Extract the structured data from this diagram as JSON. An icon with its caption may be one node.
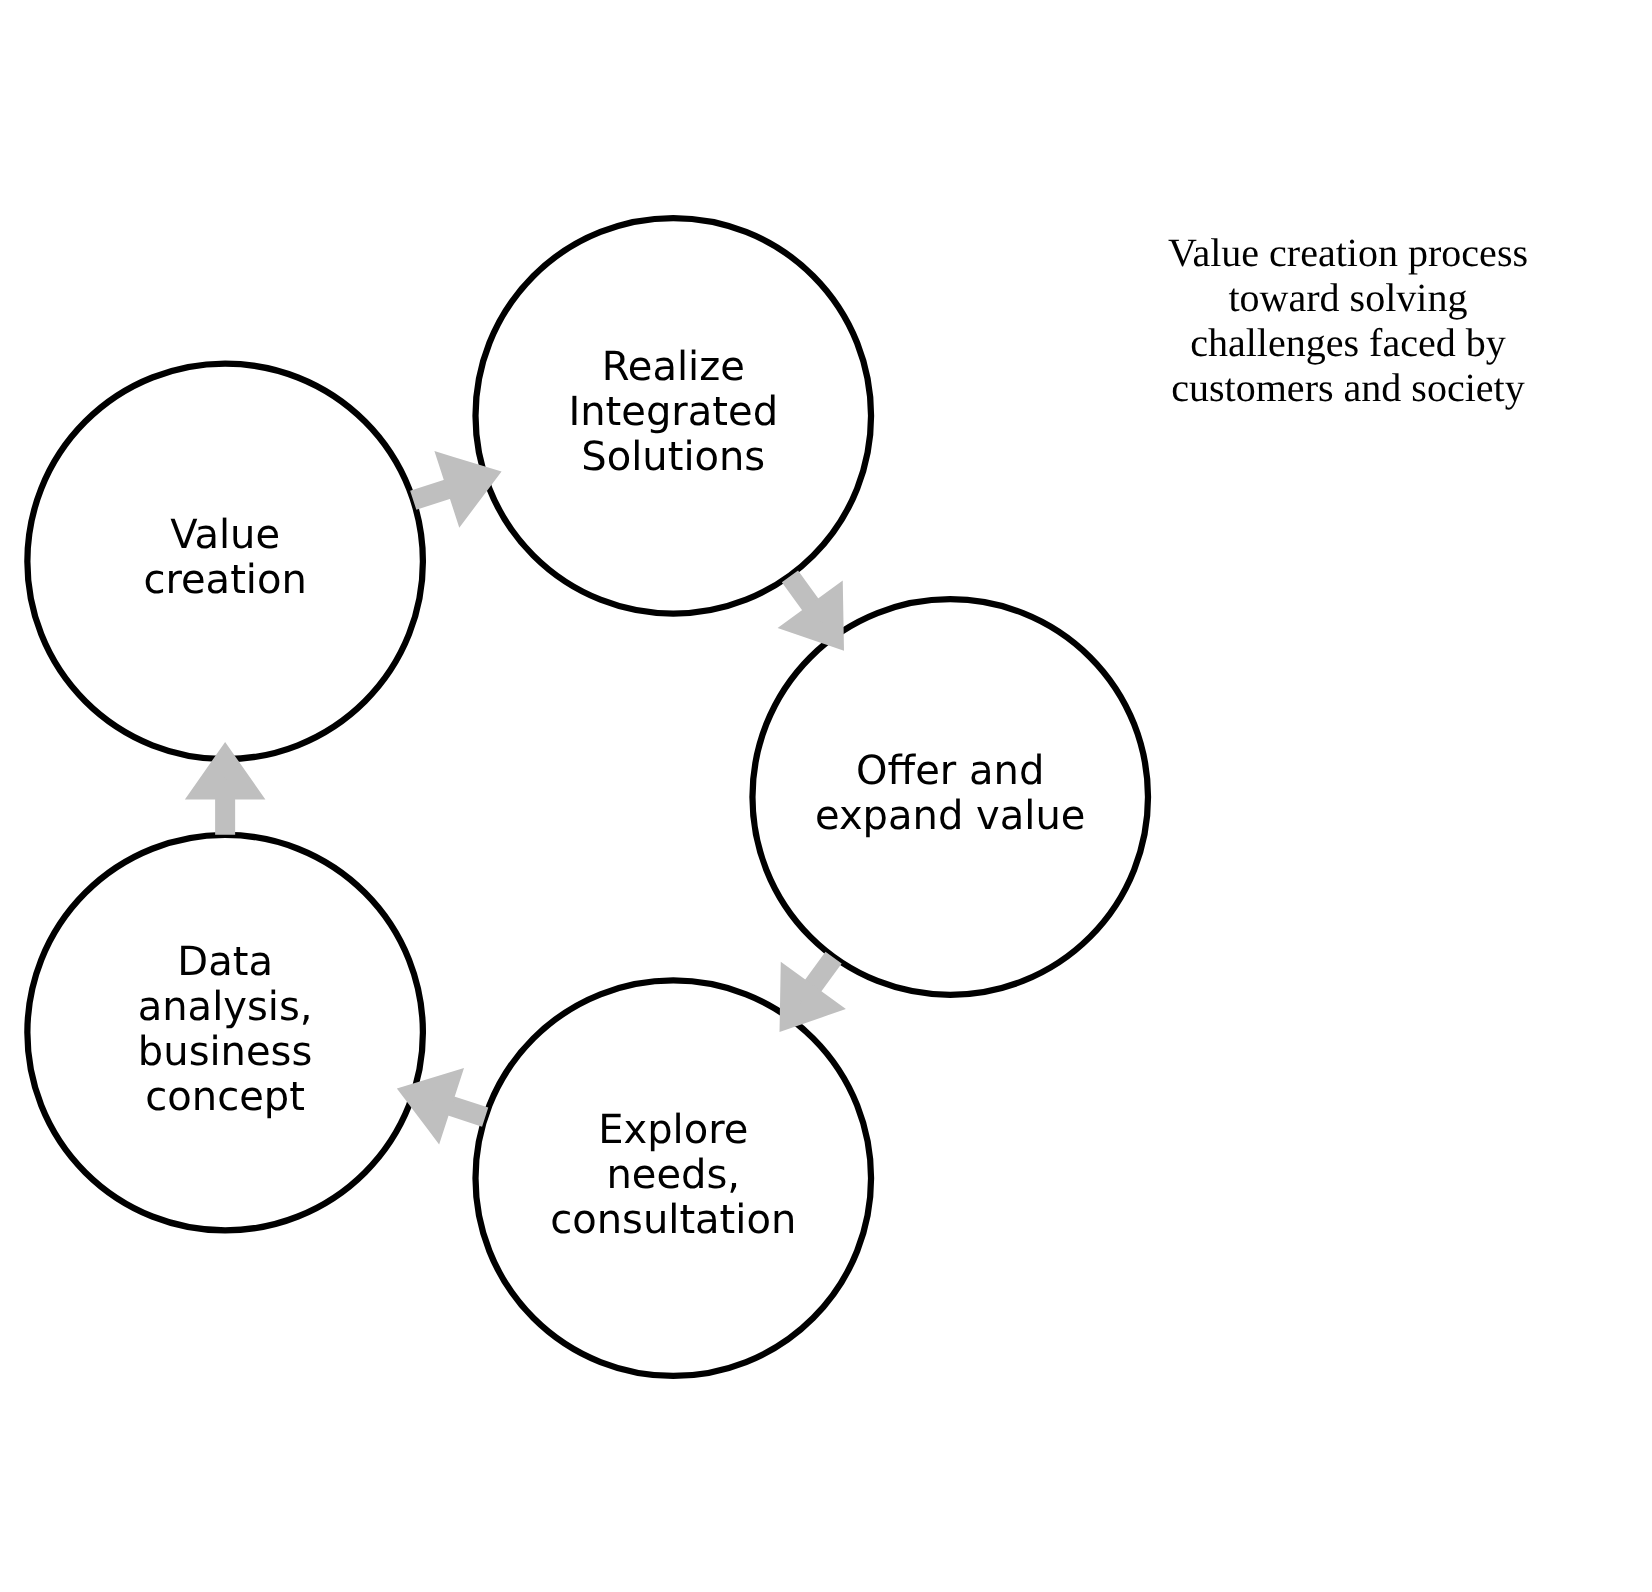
{
  "diagram": {
    "nodes": [
      {
        "text": [
          "Explore needs, consultation"
        ]
      },
      {
        "text": [
          "Data analysis, business concept"
        ]
      },
      {
        "text": [
          "Value creation"
        ]
      },
      {
        "text": [
          "Realize Integrated Solutions"
        ]
      },
      {
        "text": [
          "Offer and expand value"
        ]
      }
    ],
    "edges": [
      {
        "from": 0,
        "to": 1,
        "arrow": "to"
      },
      {
        "from": 1,
        "to": 2,
        "arrow": "to"
      },
      {
        "from": 2,
        "to": 3,
        "arrow": "to"
      },
      {
        "from": 3,
        "to": 4,
        "arrow": "to"
      },
      {
        "from": 4,
        "to": 0,
        "arrow": "to"
      }
    ],
    "labels": [
      "Value creation process toward solving challenges faced by customers and society"
    ]
  }
}
